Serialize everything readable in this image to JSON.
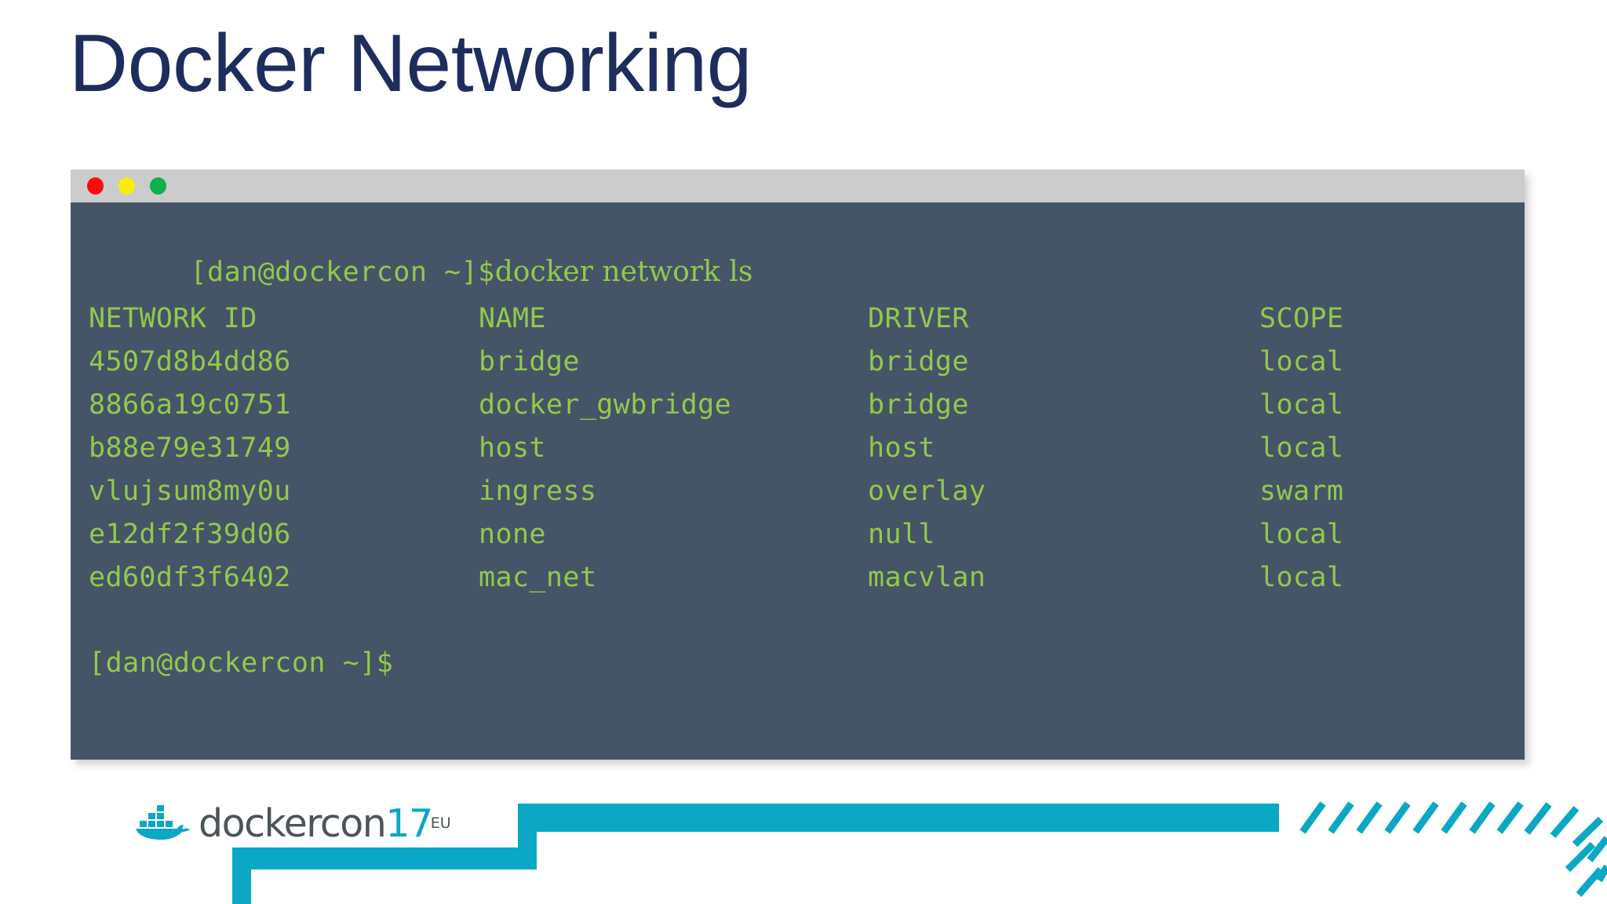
{
  "slide": {
    "title": "Docker Networking",
    "title_color": "#1e2d5e",
    "background_color": "#ffffff"
  },
  "terminal": {
    "window_controls": [
      {
        "name": "close",
        "color": "#fc0d0d"
      },
      {
        "name": "minimize",
        "color": "#fcec0d"
      },
      {
        "name": "maximize",
        "color": "#0cb14b"
      }
    ],
    "titlebar_color": "#cccccc",
    "background_color": "#455467",
    "text_color": "#92c94c",
    "prompt": "[dan@dockercon ~]$",
    "command": "docker network ls",
    "trailing_prompt": "[dan@dockercon ~]$",
    "table": {
      "headers": [
        "NETWORK ID",
        "NAME",
        "DRIVER",
        "SCOPE"
      ],
      "rows": [
        [
          "4507d8b4dd86",
          "bridge",
          "bridge",
          "local"
        ],
        [
          "8866a19c0751",
          "docker_gwbridge",
          "bridge",
          "local"
        ],
        [
          "b88e79e31749",
          "host",
          "host",
          "local"
        ],
        [
          "vlujsum8my0u",
          "ingress",
          "overlay",
          "swarm"
        ],
        [
          "e12df2f39d06",
          "none",
          "null",
          "local"
        ],
        [
          "ed60df3f6402",
          "mac_net",
          "macvlan",
          "local"
        ]
      ]
    }
  },
  "footer": {
    "logo": {
      "icon": "docker-whale-icon",
      "wordmark": "dockercon",
      "year": "17",
      "region": "EU",
      "wordmark_color": "#4a5459",
      "accent_color": "#0aa8c4"
    },
    "accent_color": "#0aa8c4"
  }
}
